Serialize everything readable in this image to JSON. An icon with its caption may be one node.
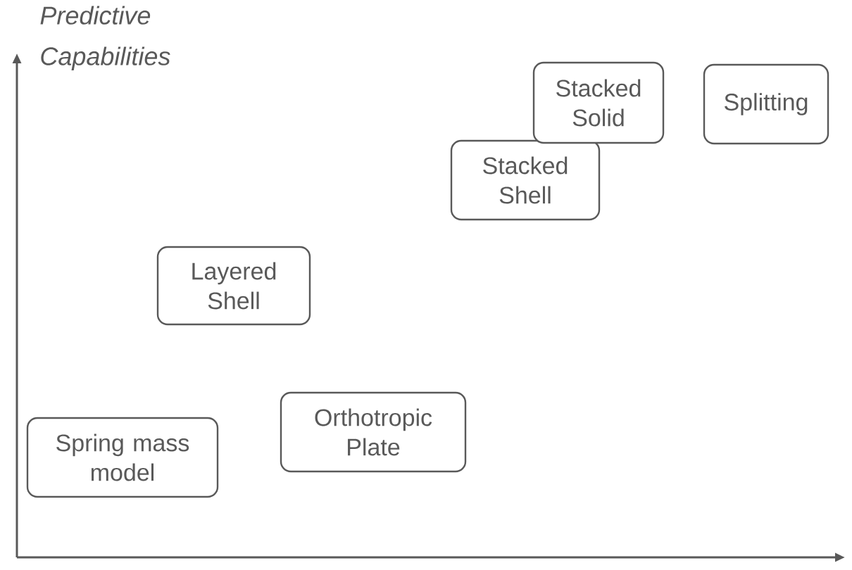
{
  "diagram": {
    "nodes": [
      {
        "text": [
          "Stacked Solid"
        ]
      },
      {
        "text": [
          "Splitting"
        ]
      },
      {
        "text": [
          "Stacked Shell"
        ]
      },
      {
        "text": [
          "Layered Shell"
        ]
      },
      {
        "text": [
          "Orthotropic Plate"
        ]
      },
      {
        "text": [
          "Spring mass model"
        ]
      }
    ],
    "labels": [
      "Predictive Capabilities"
    ]
  }
}
